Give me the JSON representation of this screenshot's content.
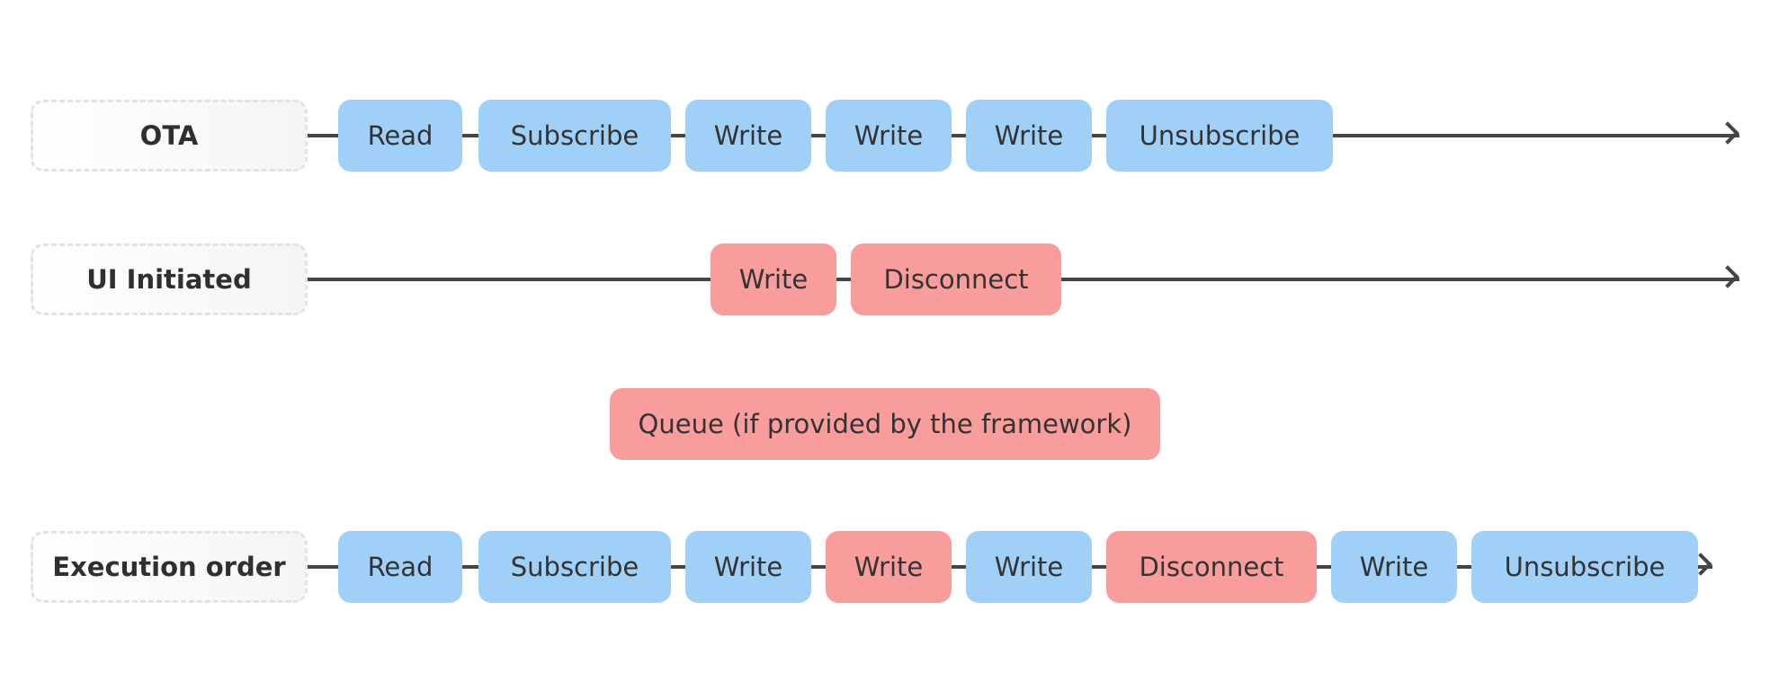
{
  "rows": {
    "ota": {
      "label": "OTA",
      "steps": [
        {
          "text": "Read",
          "kind": "blue"
        },
        {
          "text": "Subscribe",
          "kind": "blue"
        },
        {
          "text": "Write",
          "kind": "blue"
        },
        {
          "text": "Write",
          "kind": "blue"
        },
        {
          "text": "Write",
          "kind": "blue"
        },
        {
          "text": "Unsubscribe",
          "kind": "blue"
        }
      ]
    },
    "ui": {
      "label": "UI Initiated",
      "steps": [
        {
          "text": "Write",
          "kind": "red"
        },
        {
          "text": "Disconnect",
          "kind": "red"
        }
      ]
    },
    "exec": {
      "label": "Execution order",
      "steps": [
        {
          "text": "Read",
          "kind": "blue"
        },
        {
          "text": "Subscribe",
          "kind": "blue"
        },
        {
          "text": "Write",
          "kind": "blue"
        },
        {
          "text": "Write",
          "kind": "red"
        },
        {
          "text": "Write",
          "kind": "blue"
        },
        {
          "text": "Disconnect",
          "kind": "red"
        },
        {
          "text": "Write",
          "kind": "blue"
        },
        {
          "text": "Unsubscribe",
          "kind": "blue"
        }
      ]
    }
  },
  "queue": {
    "text": "Queue (if provided by the framework)"
  },
  "colors": {
    "blue": "#a0cff7",
    "red": "#f89d9b",
    "line": "#454545"
  }
}
